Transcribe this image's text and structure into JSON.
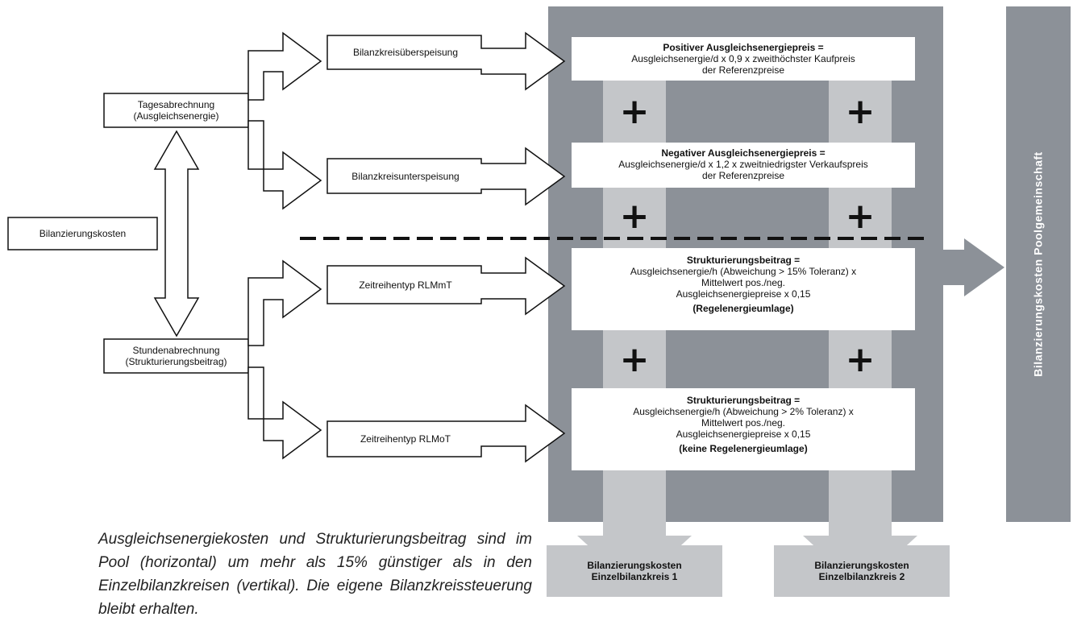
{
  "flow": {
    "root": "Bilanzierungskosten",
    "daily": "Tagesabrechnung\n(Ausgleichsenergie)",
    "hourly": "Stundenabrechnung\n(Strukturierungsbeitrag)",
    "over": "Bilanzkreisüberspeisung",
    "under": "Bilanzkreisunterspeisung",
    "rlmmt": "Zeitreihentyp RLMmT",
    "rlmot": "Zeitreihentyp RLMoT"
  },
  "formulas": [
    {
      "title": "Positiver Ausgleichsenergiepreis =",
      "body": "Ausgleichsenergie/d x 0,9 x zweithöchster Kaufpreis\nder Referenzpreise",
      "note": ""
    },
    {
      "title": "Negativer Ausgleichsenergiepreis =",
      "body": "Ausgleichsenergie/d x 1,2 x zweitniedrigster Verkaufspreis\nder Referenzpreise",
      "note": ""
    },
    {
      "title": "Strukturierungsbeitrag =",
      "body": "Ausgleichsenergie/h (Abweichung > 15% Toleranz) x\nMittelwert pos./neg.\nAusgleichsenergiepreise x 0,15",
      "note": "(Regelenergieumlage)"
    },
    {
      "title": "Strukturierungsbeitrag =",
      "body": "Ausgleichsenergie/h (Abweichung > 2% Toleranz) x\nMittelwert pos./neg.\nAusgleichsenergiepreise x 0,15",
      "note": "(keine Regelenergieumlage)"
    }
  ],
  "plus_symbol": "+",
  "pool_label": "Bilanzierungskosten Poolgemeinschaft",
  "outputs": [
    "Bilanzierungskosten\nEinzelbilanzkreis 1",
    "Bilanzierungskosten\nEinzelbilanzkreis 2"
  ],
  "caption": "Ausgleichsenergiekosten und Strukturierungsbeitrag sind im Pool (horizontal) um mehr als 15% günstiger als in den Einzelbilanzkreisen (vertikal). Die eigene Bilanzkreissteuerung bleibt erhalten.",
  "colors": {
    "panel": "#8c9198",
    "column": "#c4c6c9",
    "pool_bar": "#8c9198",
    "output_box": "#c4c6c9",
    "line": "#111111"
  }
}
